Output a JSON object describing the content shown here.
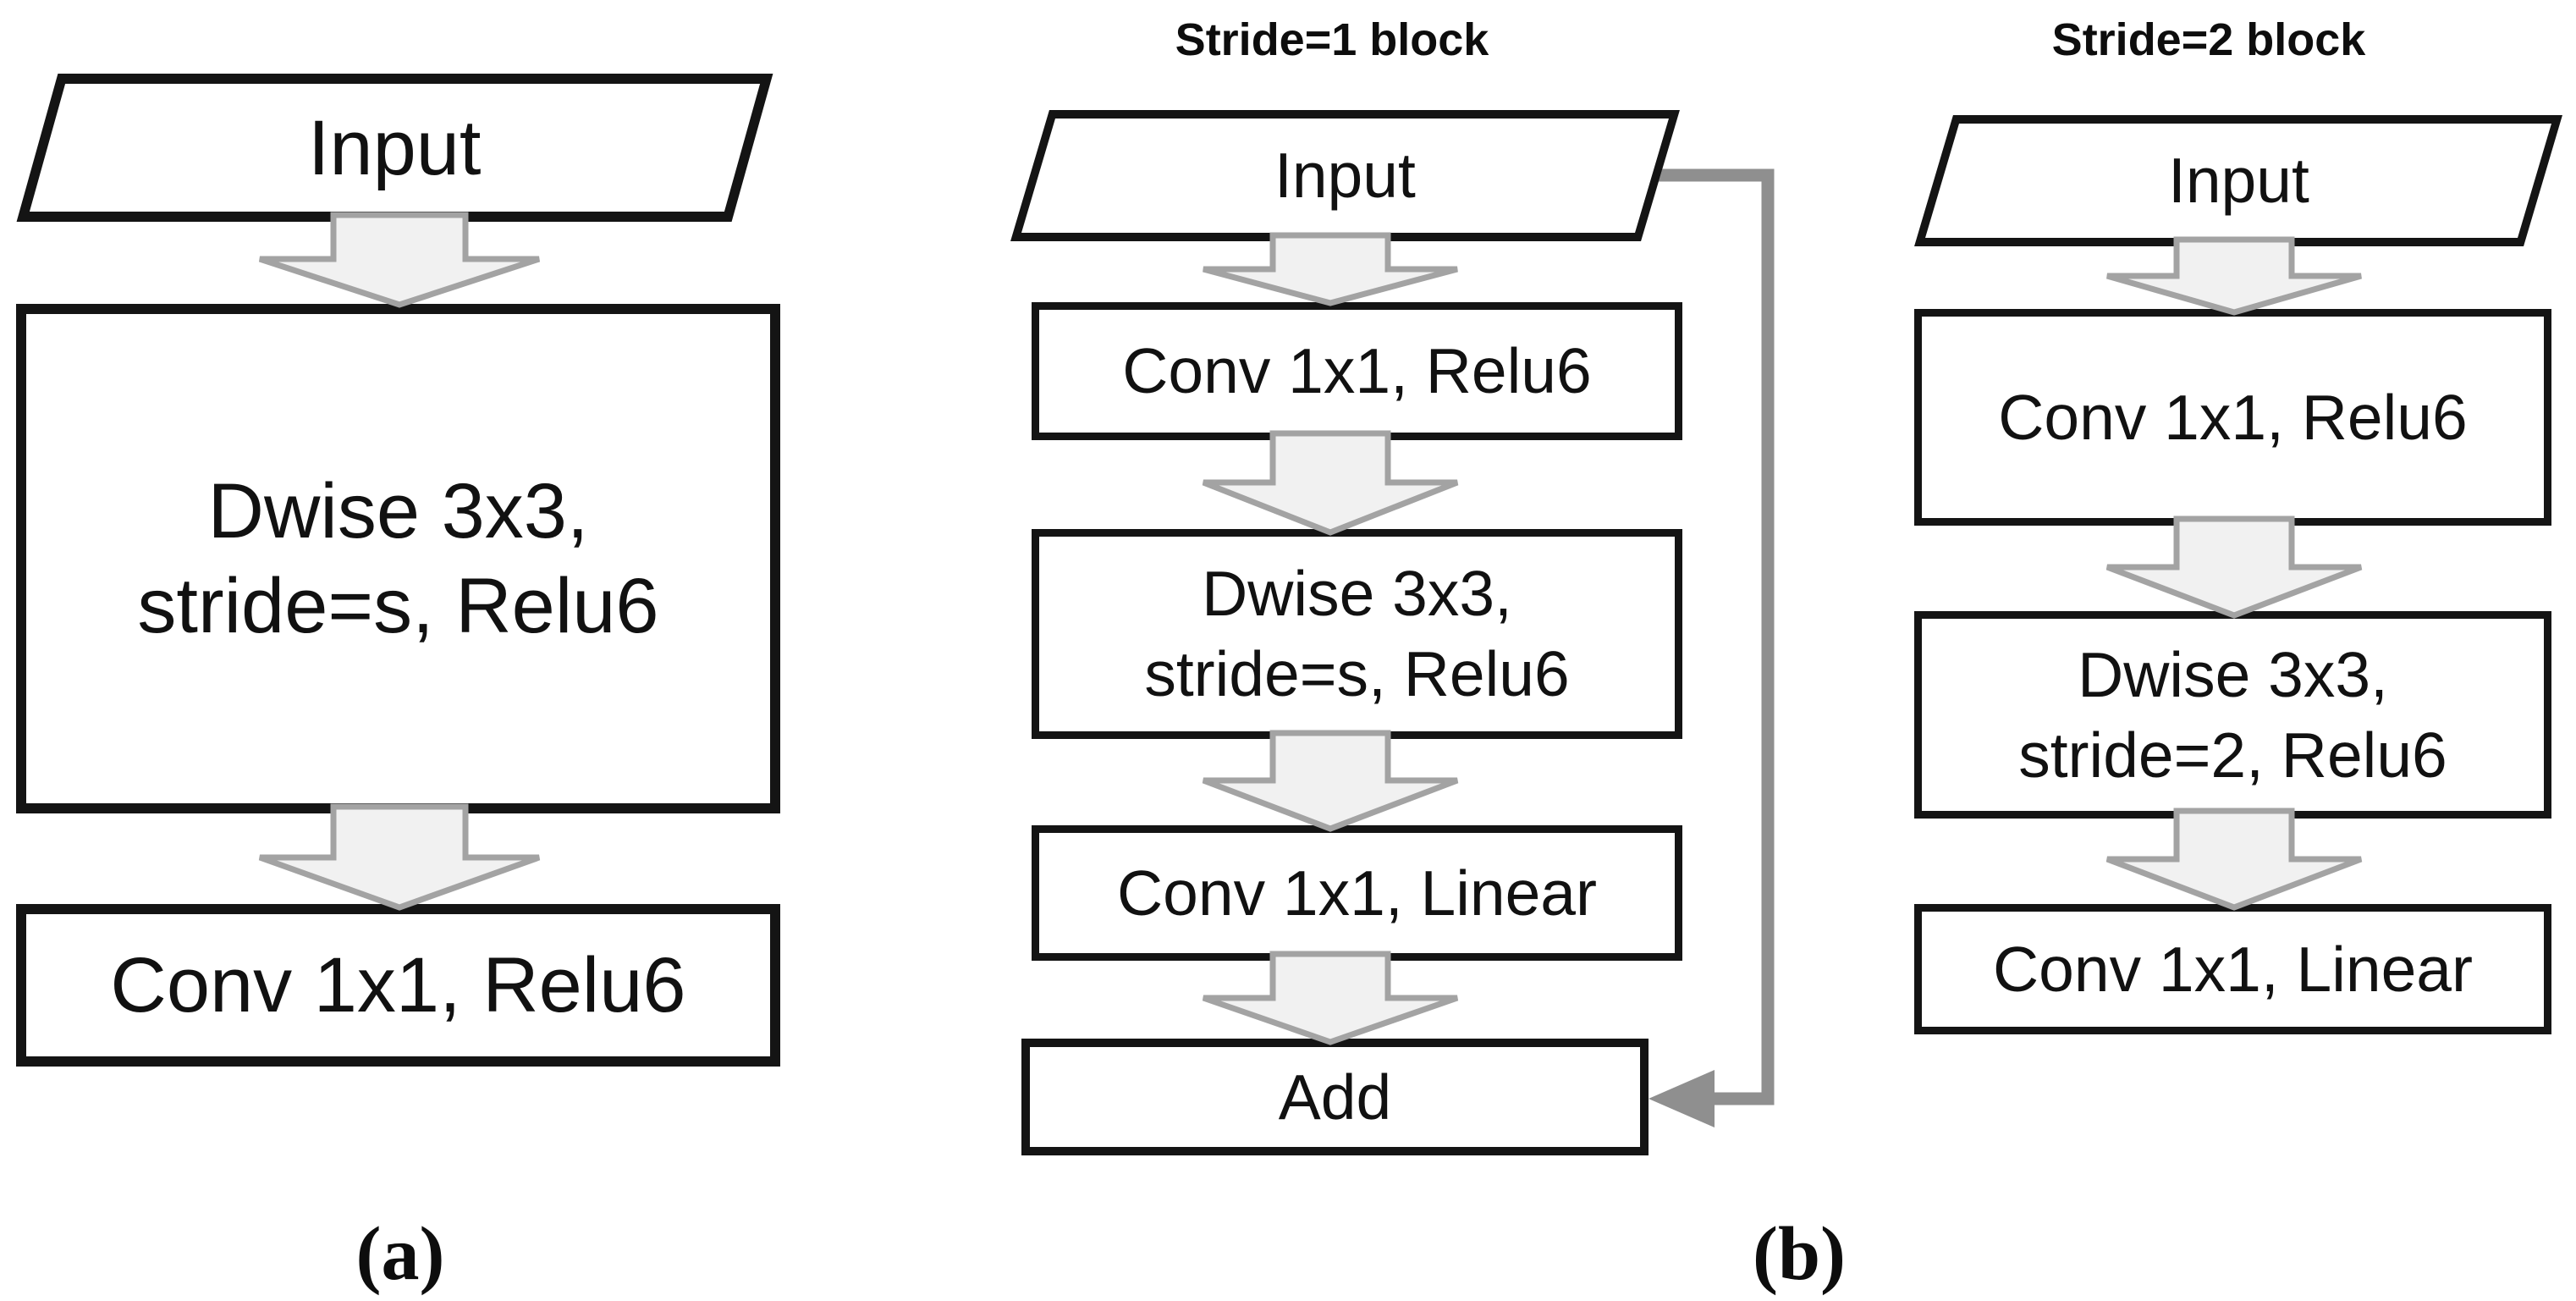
{
  "colors": {
    "border": "#141414",
    "arrow_fill": "#f1f1f1",
    "arrow_stroke": "#a3a3a3",
    "skip_line": "#8f8f8f",
    "text": "#111111",
    "bg": "#ffffff"
  },
  "panel_a": {
    "caption": "(a)",
    "input": "Input",
    "dwise": {
      "line1": "Dwise 3x3,",
      "line2": "stride=s, Relu6"
    },
    "conv": "Conv 1x1, Relu6"
  },
  "panel_b": {
    "caption": "(b)",
    "stride1": {
      "title": "Stride=1 block",
      "input": "Input",
      "conv1": "Conv 1x1, Relu6",
      "dwise": {
        "line1": "Dwise 3x3,",
        "line2": "stride=s, Relu6"
      },
      "conv2": "Conv 1x1, Linear",
      "add": "Add"
    },
    "stride2": {
      "title": "Stride=2 block",
      "input": "Input",
      "conv1": "Conv 1x1, Relu6",
      "dwise": {
        "line1": "Dwise 3x3,",
        "line2": "stride=2, Relu6"
      },
      "conv2": "Conv 1x1, Linear"
    }
  }
}
